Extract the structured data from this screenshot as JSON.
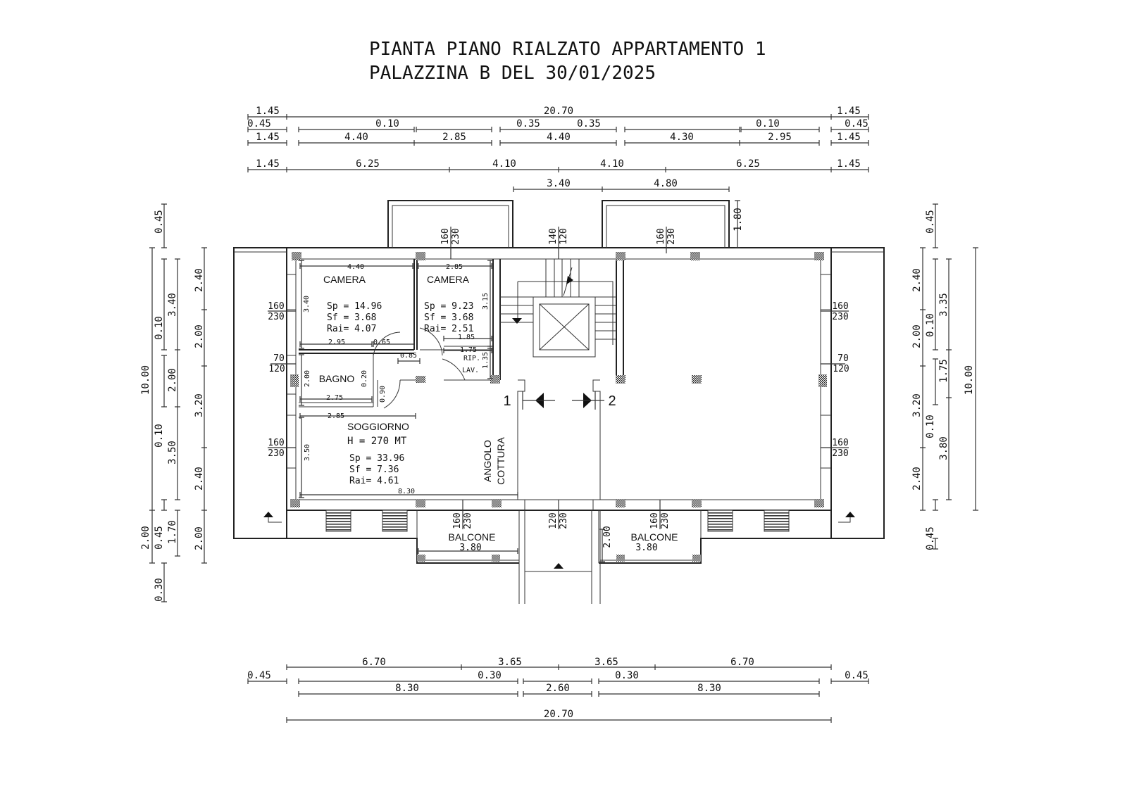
{
  "title": {
    "line1": "PIANTA PIANO RIALZATO APPARTAMENTO 1",
    "line2": "PALAZZINA B DEL 30/01/2025"
  },
  "dims_top": {
    "row1": [
      "1.45",
      "20.70",
      "1.45"
    ],
    "row2": [
      "0.45",
      "0.10",
      "0.35",
      "0.35",
      "0.10",
      "0.45"
    ],
    "row3": [
      "1.45",
      "4.40",
      "2.85",
      "4.40",
      "4.30",
      "2.95",
      "1.45"
    ],
    "row4": [
      "1.45",
      "6.25",
      "4.10",
      "4.10",
      "6.25",
      "1.45"
    ],
    "balconies": [
      "3.40",
      "4.80",
      "1.80"
    ]
  },
  "dims_bottom": {
    "row1": [
      "6.70",
      "3.65",
      "3.65",
      "6.70"
    ],
    "row2": [
      "0.45",
      "0.30",
      "0.30",
      "0.45"
    ],
    "row3": [
      "8.30",
      "2.60",
      "8.30"
    ],
    "total": "20.70"
  },
  "dims_left": {
    "outer": [
      "0.45",
      "10.00",
      "0.10",
      "0.10",
      "0.45",
      "2.00",
      "0.30"
    ],
    "middle": [
      "3.40",
      "2.00",
      "3.50",
      "1.70"
    ],
    "inner": [
      "2.40",
      "2.00",
      "3.20",
      "2.40",
      "2.00"
    ]
  },
  "dims_right": {
    "inner": [
      "2.40",
      "2.00",
      "3.20",
      "2.40"
    ],
    "outer": [
      "0.45",
      "0.10",
      "0.10",
      "0.45"
    ],
    "middle": [
      "3.35",
      "1.75",
      "3.80"
    ],
    "total": "10.00"
  },
  "openings": {
    "window_160": "160",
    "window_230": "230",
    "window_70": "70",
    "window_120": "120",
    "door_140": "140",
    "door_120": "120"
  },
  "rooms": {
    "camera1": {
      "name": "CAMERA",
      "sp": "Sp = 14.96",
      "sf": "Sf =  3.68",
      "rai": "Rai=  4.07",
      "w": "4.40",
      "h": "3.40",
      "w2": "2.95",
      "w3": "0.65"
    },
    "camera2": {
      "name": "CAMERA",
      "sp": "Sp =  9.23",
      "sf": "Sf =  3.68",
      "rai": "Rai=  2.51",
      "w": "2.85",
      "h": "3.15",
      "w2": "1.85"
    },
    "ripostiglio": {
      "name": "RIP.",
      "lav": "LAV.",
      "w": "1.75",
      "h": "1.35",
      "door": "0.85"
    },
    "bagno": {
      "name": "BAGNO",
      "h": "2.00",
      "w": "2.75",
      "d1": "0.20",
      "d2": "0.90"
    },
    "soggiorno": {
      "name": "SOGGIORNO",
      "height": "H = 270 MT",
      "sp": "Sp = 33.96",
      "sf": "Sf =  7.36",
      "rai": "Rai=  4.61",
      "w_top": "2.85",
      "h": "3.50",
      "w": "8.30"
    },
    "cucina": {
      "line1": "ANGOLO",
      "line2": "COTTURA"
    },
    "balcone1": {
      "name": "BALCONE",
      "w": "3.80"
    },
    "balcone2": {
      "name": "BALCONE",
      "w": "3.80",
      "h": "2.00"
    }
  },
  "sections": {
    "s1": "1",
    "s2": "2"
  }
}
